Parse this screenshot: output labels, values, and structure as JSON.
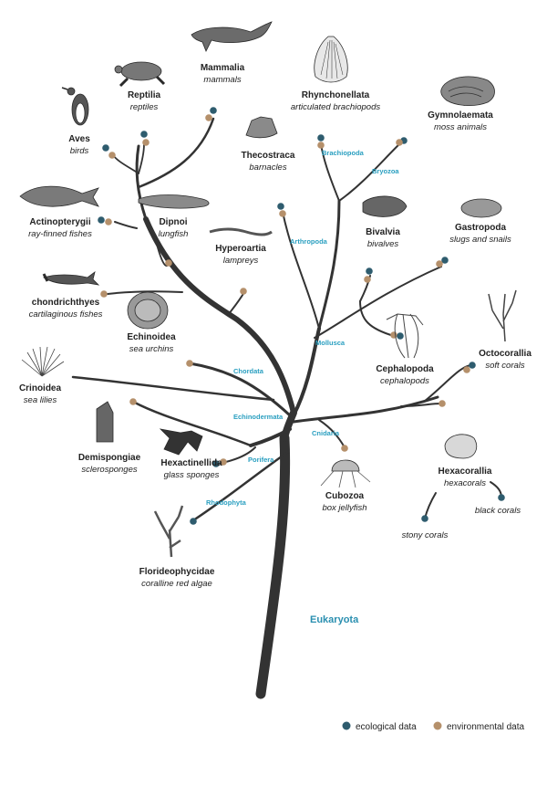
{
  "colors": {
    "ecological": "#2e5c6e",
    "environmental": "#b5906b",
    "clade_label": "#2a9fc0",
    "branch": "#333333"
  },
  "root_label": "Eukaryota",
  "clades": {
    "chordata": "Chordata",
    "echinodermata": "Echinodermata",
    "porifera": "Porifera",
    "rhodophyta": "Rhodophyta",
    "cnidaria": "Cnidaria",
    "mollusca": "Mollusca",
    "arthropoda": "Arthropoda",
    "brachiopoda": "Brachiopoda",
    "bryozoa": "Bryozoa"
  },
  "taxa": {
    "mammalia": {
      "name": "Mammalia",
      "common": "mammals",
      "icon": "whale-icon"
    },
    "reptilia": {
      "name": "Reptilia",
      "common": "reptiles",
      "icon": "turtle-icon"
    },
    "aves": {
      "name": "Aves",
      "common": "birds",
      "icon": "bird-icon"
    },
    "actinopterygii": {
      "name": "Actinopterygii",
      "common": "ray-finned fishes",
      "icon": "fish-icon"
    },
    "dipnoi": {
      "name": "Dipnoi",
      "common": "lungfish",
      "icon": "lungfish-icon"
    },
    "chondrichthyes": {
      "name": "chondrichthyes",
      "common": "cartilaginous fishes",
      "icon": "shark-icon"
    },
    "hyperoartia": {
      "name": "Hyperoartia",
      "common": "lampreys",
      "icon": "lamprey-icon"
    },
    "echinoidea": {
      "name": "Echinoidea",
      "common": "sea urchins",
      "icon": "urchin-icon"
    },
    "crinoidea": {
      "name": "Crinoidea",
      "common": "sea lilies",
      "icon": "sea-lily-icon"
    },
    "demispongiae": {
      "name": "Demispongiae",
      "common": "sclerosponges",
      "icon": "sponge-icon"
    },
    "hexactinellida": {
      "name": "Hexactinellida",
      "common": "glass sponges",
      "icon": "glass-sponge-icon"
    },
    "florideophycidae": {
      "name": "Florideophycidae",
      "common": "coralline red algae",
      "icon": "red-algae-icon"
    },
    "thecostraca": {
      "name": "Thecostraca",
      "common": "barnacles",
      "icon": "barnacle-icon"
    },
    "rhynchonellata": {
      "name": "Rhynchonellata",
      "common": "articulated brachiopods",
      "icon": "brachiopod-icon"
    },
    "gymnolaemata": {
      "name": "Gymnolaemata",
      "common": "moss animals",
      "icon": "bryozoan-icon"
    },
    "bivalvia": {
      "name": "Bivalvia",
      "common": "bivalves",
      "icon": "clam-icon"
    },
    "gastropoda": {
      "name": "Gastropoda",
      "common": "slugs and snails",
      "icon": "snail-icon"
    },
    "cephalopoda": {
      "name": "Cephalopoda",
      "common": "cephalopods",
      "icon": "squid-icon"
    },
    "octocorallia": {
      "name": "Octocorallia",
      "common": "soft corals",
      "icon": "soft-coral-icon"
    },
    "hexacorallia": {
      "name": "Hexacorallia",
      "common": "hexacorals",
      "icon": "hexacoral-icon"
    },
    "cubozoa": {
      "name": "Cubozoa",
      "common": "box jellyfish",
      "icon": "jellyfish-icon"
    }
  },
  "sublabels": {
    "black_corals": "black corals",
    "stony_corals": "stony corals"
  },
  "legend": {
    "ecological": "ecological data",
    "environmental": "environmental data"
  }
}
